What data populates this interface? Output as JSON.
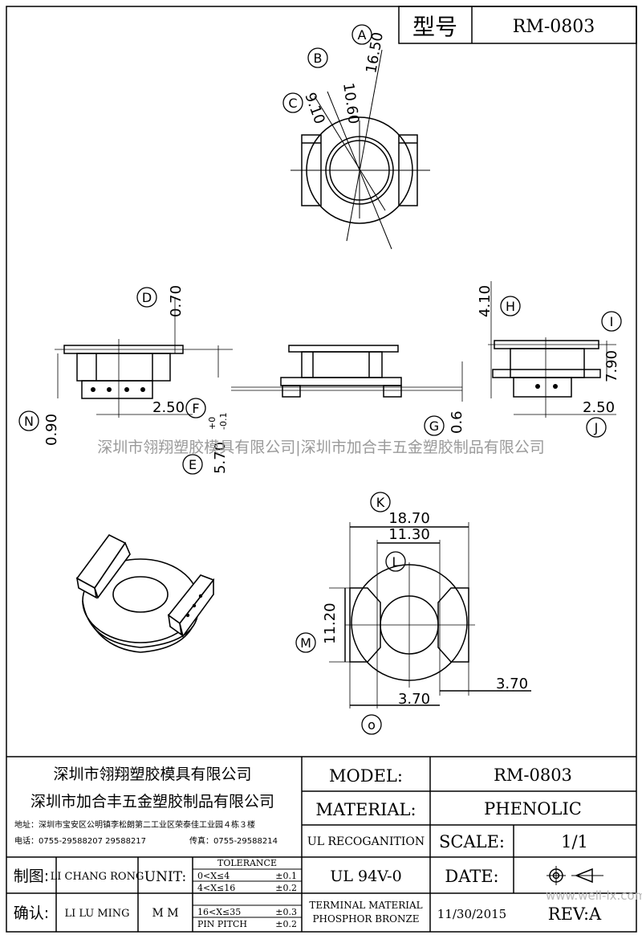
{
  "title_box": {
    "label": "型号",
    "model": "RM-0803"
  },
  "dimensions": {
    "A": "16.50",
    "B": "10.60",
    "C": "9.10",
    "D": "0.70",
    "H": "4.10",
    "I": "7.90",
    "F": "2.50",
    "J": "2.50",
    "N": "0.90",
    "G": "0.6",
    "E_base": "5.70",
    "E_tol_up": "+0",
    "E_tol_down": "-0.1",
    "K": "18.70",
    "K_inner": "11.30",
    "M": "11.20",
    "O": "3.70",
    "O2": "3.70"
  },
  "callouts": [
    "A",
    "B",
    "C",
    "D",
    "E",
    "F",
    "G",
    "H",
    "I",
    "J",
    "K",
    "L",
    "M",
    "N",
    "o"
  ],
  "watermark": "深圳市翎翔塑胶模具有限公司|深圳市加合丰五金塑胶制品有限公司",
  "title_block": {
    "company1": "深圳市翎翔塑胶模具有限公司",
    "company2": "深圳市加合丰五金塑胶制品有限公司",
    "address": "地址：深圳市宝安区公明镇李松朗第二工业区荣泰佳工业园４栋３楼",
    "phone": "电话：0755-29588207  29588217",
    "fax": "传真：0755-29588214",
    "model_label": "MODEL:",
    "model_value": "RM-0803",
    "material_label": "MATERIAL:",
    "material_value": "PHENOLIC",
    "ul_label": "UL RECOGANITION",
    "ul_value": "UL 94V-0",
    "scale_label": "SCALE:",
    "scale_value": "1/1",
    "date_label": "DATE:",
    "date_value": "11/30/2015",
    "rev_label": "REV:A",
    "terminal_line1": "TERMINAL MATERIAL",
    "terminal_line2": "PHOSPHOR  BRONZE",
    "drawn_label": "制图:",
    "drawn_name": "LI CHANG RONG",
    "check_label": "确认:",
    "check_name": "LI LU MING",
    "unit_label": "UNIT:",
    "unit_value": "M M",
    "tolerance_title": "TOLERANCE",
    "tol_rows": [
      {
        "range": "0<X≤4",
        "val": "±0.1"
      },
      {
        "range": "4<X≤16",
        "val": "±0.2"
      },
      {
        "range": "16<X≤35",
        "val": "±0.3"
      },
      {
        "range": "PIN PITCH",
        "val": "±0.2"
      }
    ],
    "site_watermark": "www.well-lx.com"
  }
}
